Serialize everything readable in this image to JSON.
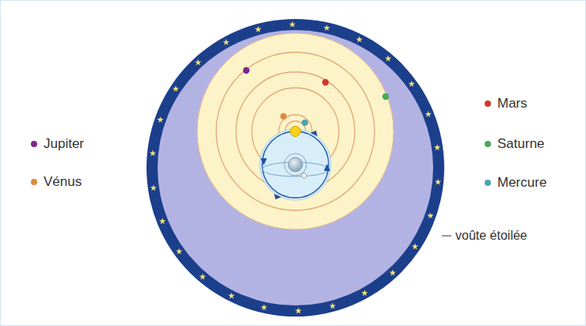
{
  "diagram": {
    "labels": [
      "voûte étoilée"
    ],
    "legend": [
      {
        "text": "Mars",
        "color": "#d2382b"
      },
      {
        "text": "Jupiter",
        "color": "#7a2a8c"
      },
      {
        "text": "Saturne",
        "color": "#4ca85a"
      },
      {
        "text": "Vénus",
        "color": "#e0893a"
      },
      {
        "text": "Mercure",
        "color": "#49a6b2"
      }
    ]
  }
}
